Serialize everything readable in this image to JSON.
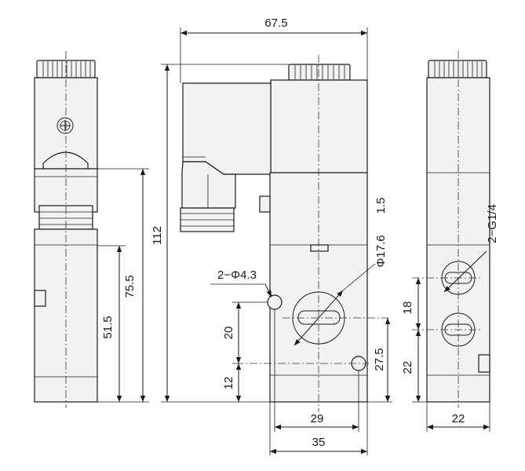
{
  "dimensions": {
    "overall_width": "67.5",
    "overall_height": "112",
    "d_75_5": "75.5",
    "d_51_5": "51.5",
    "gap_1_5": "1.5",
    "port_dia": "Φ17.6",
    "mount_holes": "2−Φ4.3",
    "d_20": "20",
    "d_12": "12",
    "d_27_5": "27.5",
    "width_29": "29",
    "width_35": "35",
    "port_thread": "2−G1/4",
    "d_18": "18",
    "d_22_vert": "22",
    "d_22_horiz": "22"
  }
}
